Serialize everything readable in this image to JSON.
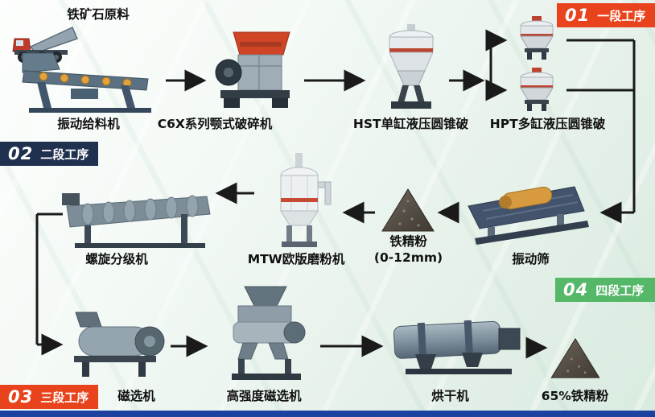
{
  "stages": [
    {
      "num": "01",
      "label": "一段工序",
      "color": "#e8431c"
    },
    {
      "num": "02",
      "label": "二段工序",
      "color": "#20304f"
    },
    {
      "num": "03",
      "label": "三段工序",
      "color": "#e8431c"
    },
    {
      "num": "04",
      "label": "四段工序",
      "color": "#55b768"
    }
  ],
  "nodes": {
    "raw_material": {
      "label": "铁矿石原料",
      "icon": "dump-truck"
    },
    "vibrating_feeder": {
      "label": "振动给料机",
      "icon": "vibrating-feeder"
    },
    "jaw_crusher": {
      "label": "C6X系列颚式破碎机",
      "icon": "jaw-crusher"
    },
    "hst_cone_crusher": {
      "label": "HST单缸液压圆锥破",
      "icon": "cone-crusher"
    },
    "hpt_cone_crusher": {
      "label": "HPT多缸液压圆锥破",
      "icon": "cone-crusher-pair"
    },
    "vibrating_screen": {
      "label": "振动筛",
      "icon": "vibrating-screen"
    },
    "iron_powder": {
      "label": "铁精粉",
      "sublabel": "(0-12mm)",
      "icon": "ore-pile"
    },
    "mtw_mill": {
      "label": "MTW欧版磨粉机",
      "icon": "grinding-mill"
    },
    "spiral_classifier": {
      "label": "螺旋分级机",
      "icon": "spiral-classifier"
    },
    "magnetic_separator": {
      "label": "磁选机",
      "icon": "magnetic-separator"
    },
    "high_intensity_magnetic_separator": {
      "label": "高强度磁选机",
      "icon": "high-intensity-magnetic-separator"
    },
    "dryer": {
      "label": "烘干机",
      "icon": "rotary-dryer"
    },
    "final_product": {
      "label": "65%铁精粉",
      "icon": "ore-pile"
    }
  },
  "connections": [
    [
      "铁矿石原料",
      "振动给料机"
    ],
    [
      "振动给料机",
      "C6X系列颚式破碎机"
    ],
    [
      "C6X系列颚式破碎机",
      "HST单缸液压圆锥破"
    ],
    [
      "HST单缸液压圆锥破",
      "HPT多缸液压圆锥破"
    ],
    [
      "HPT多缸液压圆锥破",
      "振动筛"
    ],
    [
      "振动筛",
      "铁精粉(0-12mm)"
    ],
    [
      "铁精粉(0-12mm)",
      "MTW欧版磨粉机"
    ],
    [
      "MTW欧版磨粉机",
      "螺旋分级机"
    ],
    [
      "螺旋分级机",
      "磁选机"
    ],
    [
      "磁选机",
      "高强度磁选机"
    ],
    [
      "高强度磁选机",
      "烘干机"
    ],
    [
      "烘干机",
      "65%铁精粉"
    ]
  ],
  "colors": {
    "stage_red": "#e8431c",
    "stage_navy": "#20304f",
    "stage_green": "#55b768",
    "bottom_bar": "#1c429f",
    "arrow": "#1a1a1a",
    "label_text": "#111111"
  }
}
